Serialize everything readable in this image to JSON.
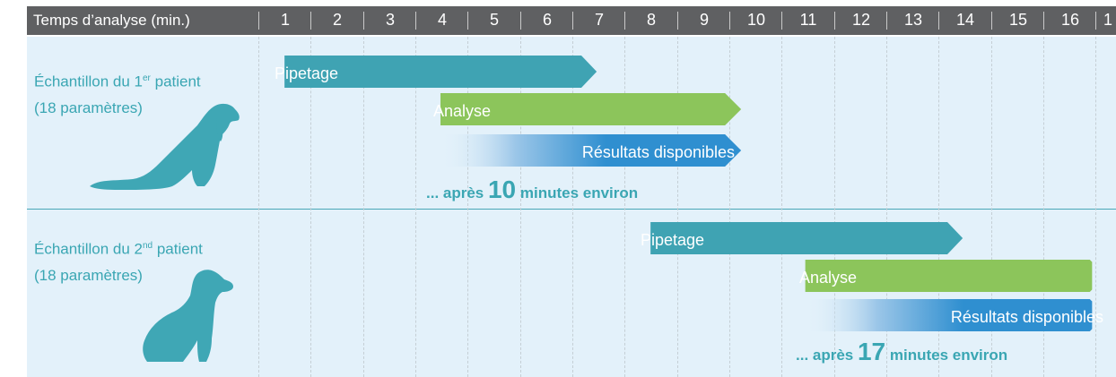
{
  "header": {
    "title": "Temps d’analyse (min.)",
    "ticks": [
      "1",
      "2",
      "3",
      "4",
      "5",
      "6",
      "7",
      "8",
      "9",
      "10",
      "11",
      "12",
      "13",
      "14",
      "15",
      "16",
      "1"
    ]
  },
  "patients": [
    {
      "label_prefix": "Échantillon du 1",
      "label_sup": "er",
      "label_suffix": " patient",
      "label_line2": "(18 paramètres)",
      "pipetage": "Pipetage",
      "analyse": "Analyse",
      "resultats": "Résultats disponibles",
      "after_prefix": "... après ",
      "after_number": "10",
      "after_suffix": " minutes environ",
      "animal": "dog-sitting-icon"
    },
    {
      "label_prefix": "Échantillon du 2",
      "label_sup": "nd",
      "label_suffix": " patient",
      "label_line2": "(18 paramètres)",
      "pipetage": "Pipetage",
      "analyse": "Analyse",
      "resultats": "Résultats disponibles",
      "after_prefix": "... après ",
      "after_number": "17",
      "after_suffix": " minutes environ",
      "animal": "dog-sitting-icon"
    }
  ],
  "colors": {
    "header": "#5f6062",
    "panel": "#e3f1fa",
    "pipetage": "#3fa3b3",
    "analyse": "#8cc55b",
    "resultats": "#2f8fd0",
    "text_accent": "#3aa6b3"
  }
}
